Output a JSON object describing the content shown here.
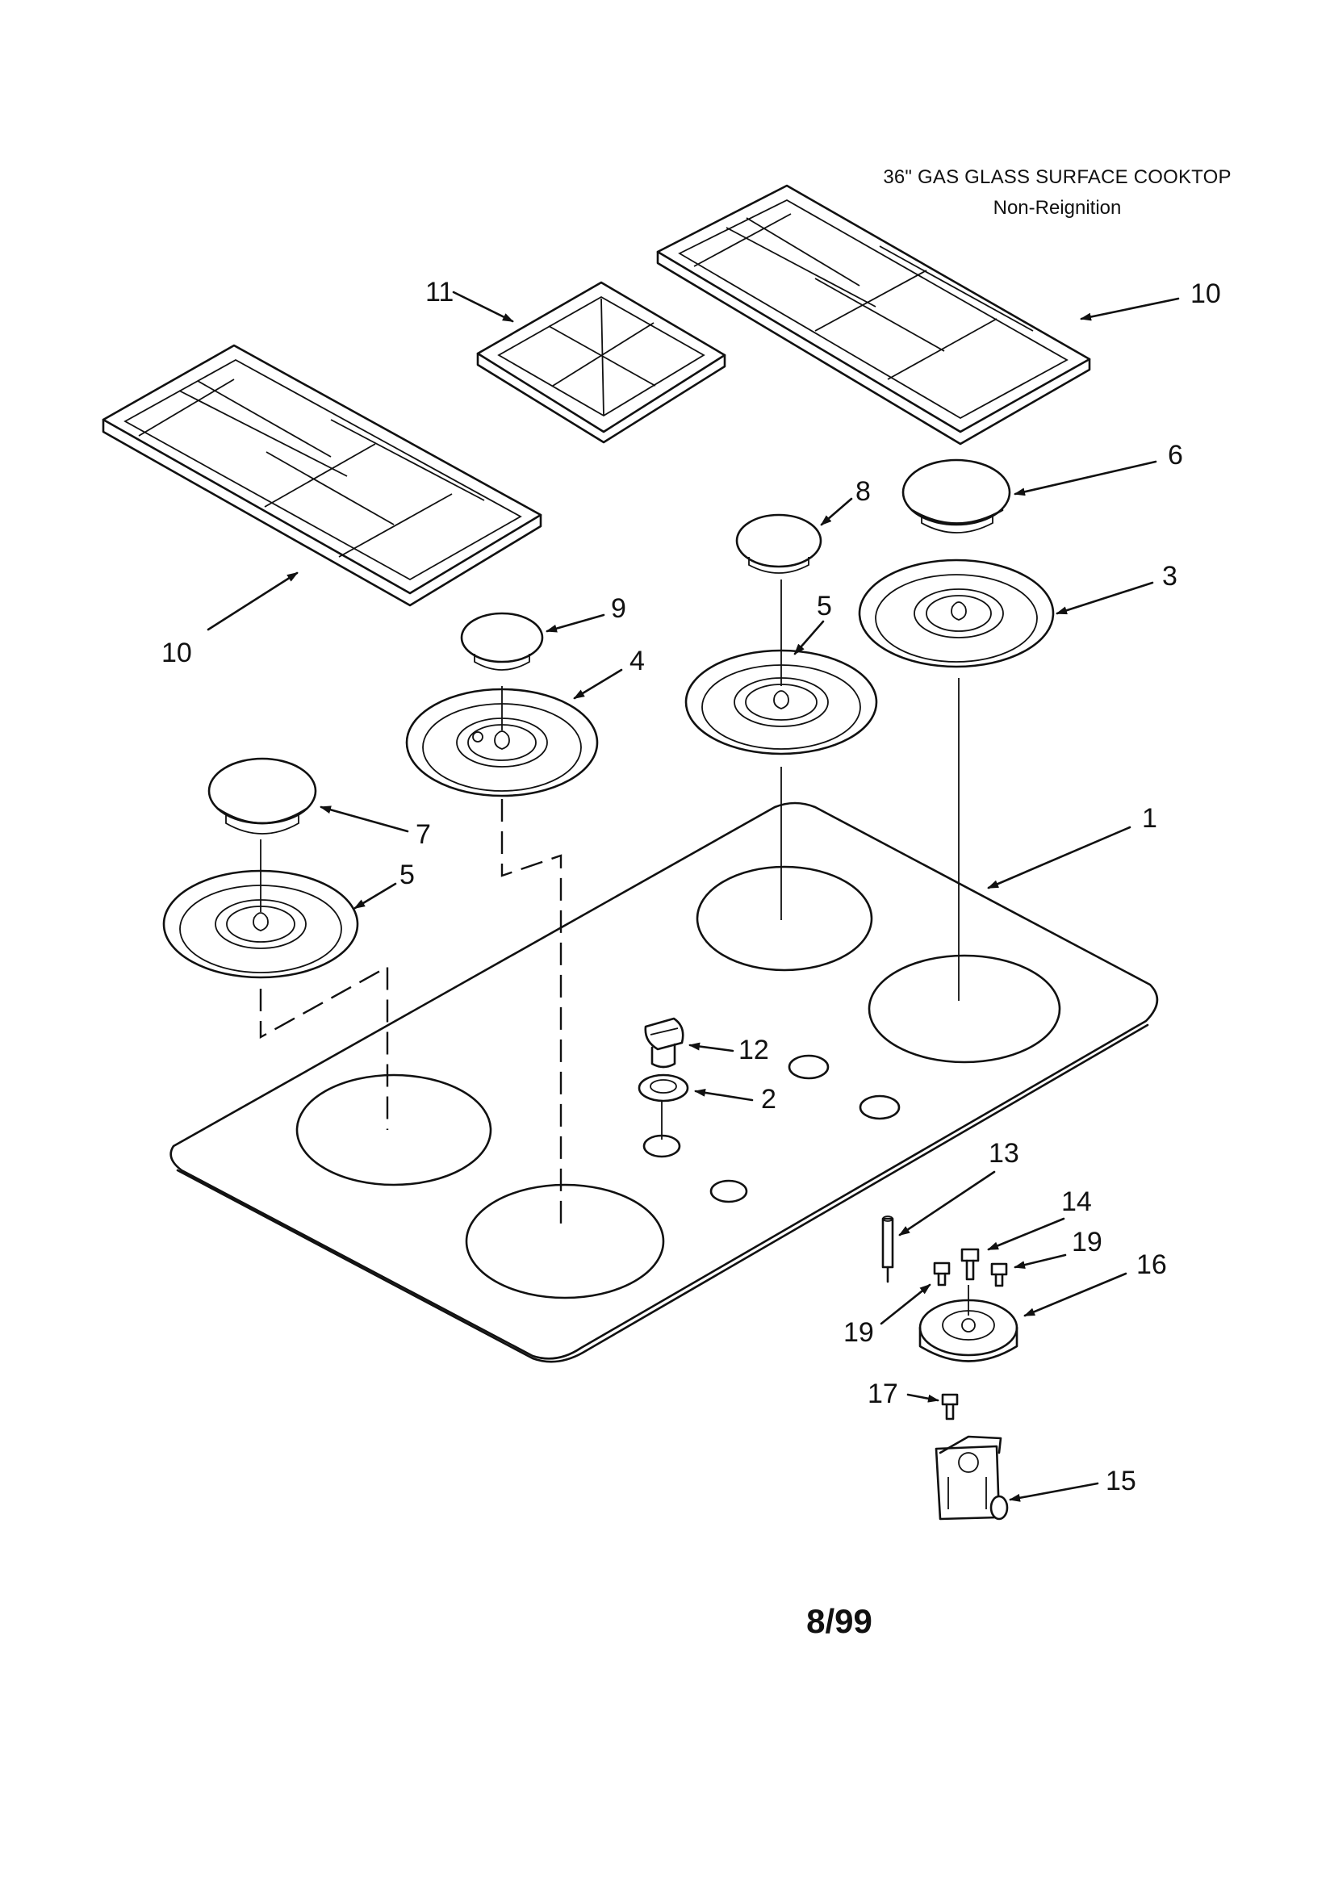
{
  "header": {
    "title": "36\" GAS GLASS SURFACE COOKTOP",
    "subtitle": "Non-Reignition"
  },
  "footer": {
    "date": "8/99"
  },
  "callouts": {
    "c1": "1",
    "c2": "2",
    "c3": "3",
    "c4": "4",
    "c5a": "5",
    "c5b": "5",
    "c6": "6",
    "c7": "7",
    "c8": "8",
    "c9": "9",
    "c10a": "10",
    "c10b": "10",
    "c11": "11",
    "c12": "12",
    "c13": "13",
    "c14": "14",
    "c15": "15",
    "c16": "16",
    "c17": "17",
    "c19a": "19",
    "c19b": "19"
  }
}
